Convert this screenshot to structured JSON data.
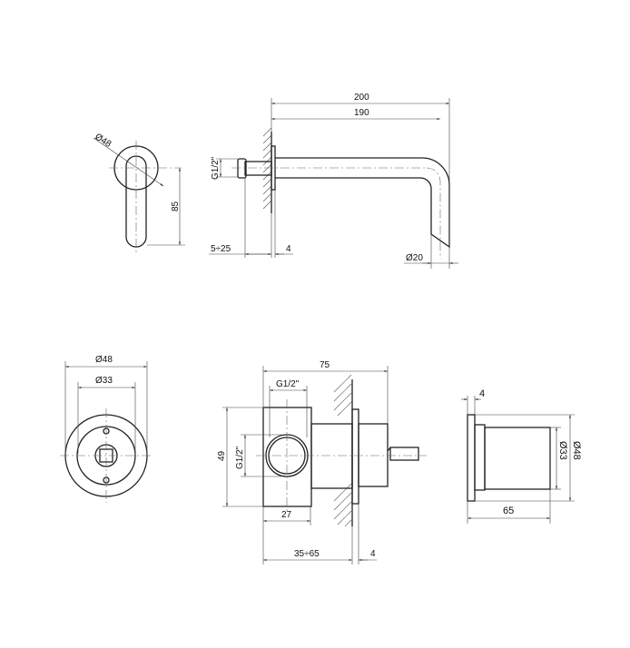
{
  "drawing": {
    "colors": {
      "line": "#222222",
      "background": "#ffffff"
    },
    "top_front": {
      "diameter": "Ø48",
      "height": "85"
    },
    "top_side": {
      "length_total": "200",
      "length_axis": "190",
      "thread": "G1/2\"",
      "depth": "5÷25",
      "plate": "4",
      "pipe_diameter": "Ø20"
    },
    "bottom_front": {
      "outer_diameter": "Ø48",
      "inner_diameter": "Ø33"
    },
    "bottom_side": {
      "length": "75",
      "thread_top": "G1/2\"",
      "height": "49",
      "thread_side": "G1/2\"",
      "body_width": "27",
      "depth": "35÷65",
      "plate": "4"
    },
    "bottom_right": {
      "plate": "4",
      "outer_diameter": "Ø48",
      "inner_diameter": "Ø33",
      "length": "65"
    }
  }
}
